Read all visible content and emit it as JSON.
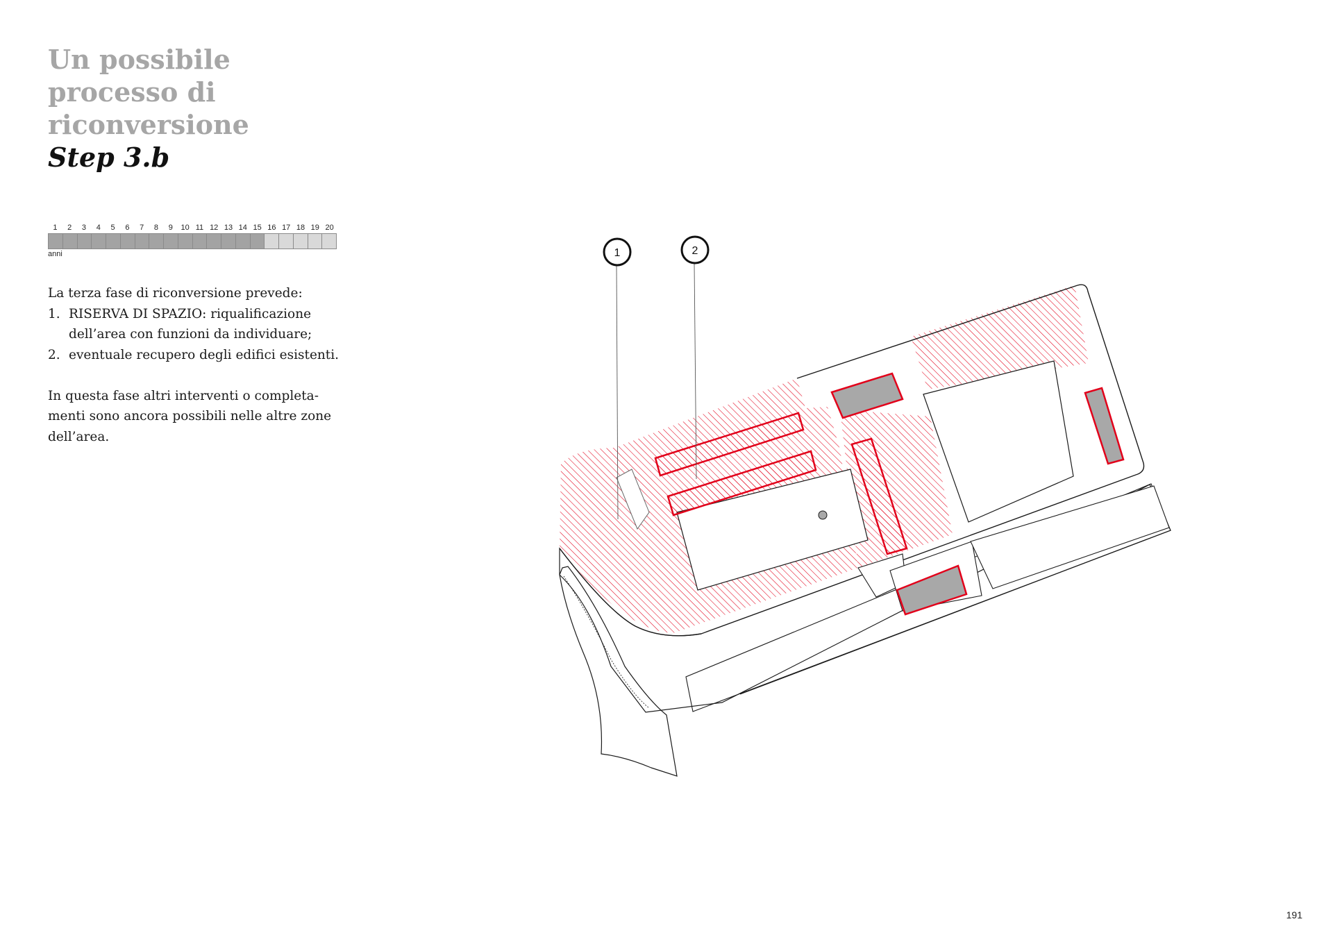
{
  "title": {
    "line1": "Un possibile",
    "line2": "processo di",
    "line3": "riconversione",
    "step": "Step 3.b"
  },
  "timeline": {
    "years": [
      "1",
      "2",
      "3",
      "4",
      "5",
      "6",
      "7",
      "8",
      "9",
      "10",
      "11",
      "12",
      "13",
      "14",
      "15",
      "16",
      "17",
      "18",
      "19",
      "20"
    ],
    "unit": "anni",
    "completed_years": 15,
    "total_years": 20,
    "colors": {
      "done": "#a3a3a3",
      "todo": "#d9d9d9"
    }
  },
  "text": {
    "intro": "La terza fase di riconversione prevede:",
    "items": [
      {
        "num": "1.",
        "line1": "RISERVA DI SPAZIO: riqualificazione",
        "line2": "dell’area con funzioni da individuare;"
      },
      {
        "num": "2.",
        "line1": "eventuale recupero degli edifici esistenti."
      }
    ],
    "para2_line1": "In questa fase altri interventi o completa-",
    "para2_line2": "menti sono ancora possibili nelle altre zone",
    "para2_line3": "dell’area."
  },
  "plan": {
    "markers": [
      {
        "label": "1"
      },
      {
        "label": "2"
      }
    ],
    "colors": {
      "accent": "#e2001a",
      "building": "#a8a8a8",
      "outline": "#1a1a1a"
    }
  },
  "page_number": "191"
}
